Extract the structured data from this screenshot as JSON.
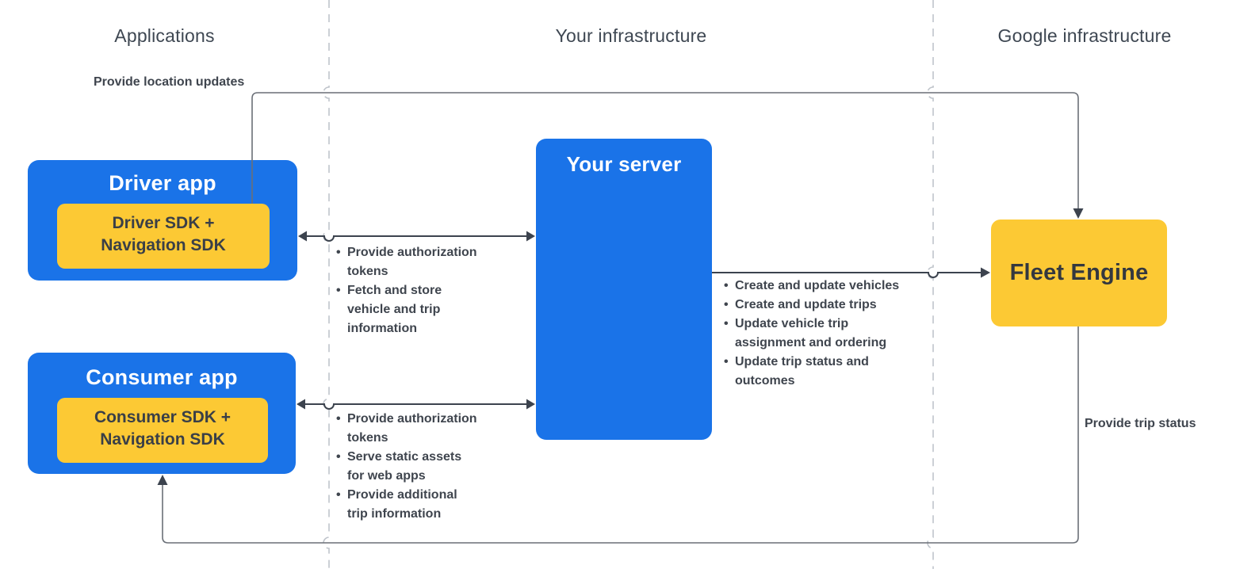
{
  "columns": {
    "applications": "Applications",
    "your_infrastructure": "Your infrastructure",
    "google_infrastructure": "Google infrastructure"
  },
  "nodes": {
    "driver_app": {
      "title": "Driver app",
      "sdk_line1": "Driver SDK +",
      "sdk_line2": "Navigation SDK"
    },
    "consumer_app": {
      "title": "Consumer app",
      "sdk_line1": "Consumer SDK +",
      "sdk_line2": "Navigation SDK"
    },
    "your_server": {
      "title": "Your server"
    },
    "fleet_engine": {
      "title": "Fleet Engine"
    }
  },
  "edges": {
    "provide_location_updates": {
      "label": "Provide location updates"
    },
    "provide_trip_status": {
      "label": "Provide trip status"
    },
    "driver_server": {
      "items": [
        "Provide authorization tokens",
        "Fetch and store vehicle and trip information"
      ]
    },
    "consumer_server": {
      "items": [
        "Provide authorization tokens",
        "Serve static assets for web apps",
        "Provide additional trip information"
      ]
    },
    "server_fleet": {
      "items": [
        "Create and update vehicles",
        "Create and update trips",
        "Update vehicle trip assignment and ordering",
        "Update trip status and outcomes"
      ]
    }
  },
  "colors": {
    "blue": "#1A73E8",
    "yellow": "#FCC934",
    "text_dark": "#3A3F47",
    "header": "#3E4752",
    "bullet": "#3F454E",
    "line": "#6A6F77",
    "arrow": "#3C434E",
    "dashed": "#BFC4CB",
    "white": "#FFFFFF"
  }
}
